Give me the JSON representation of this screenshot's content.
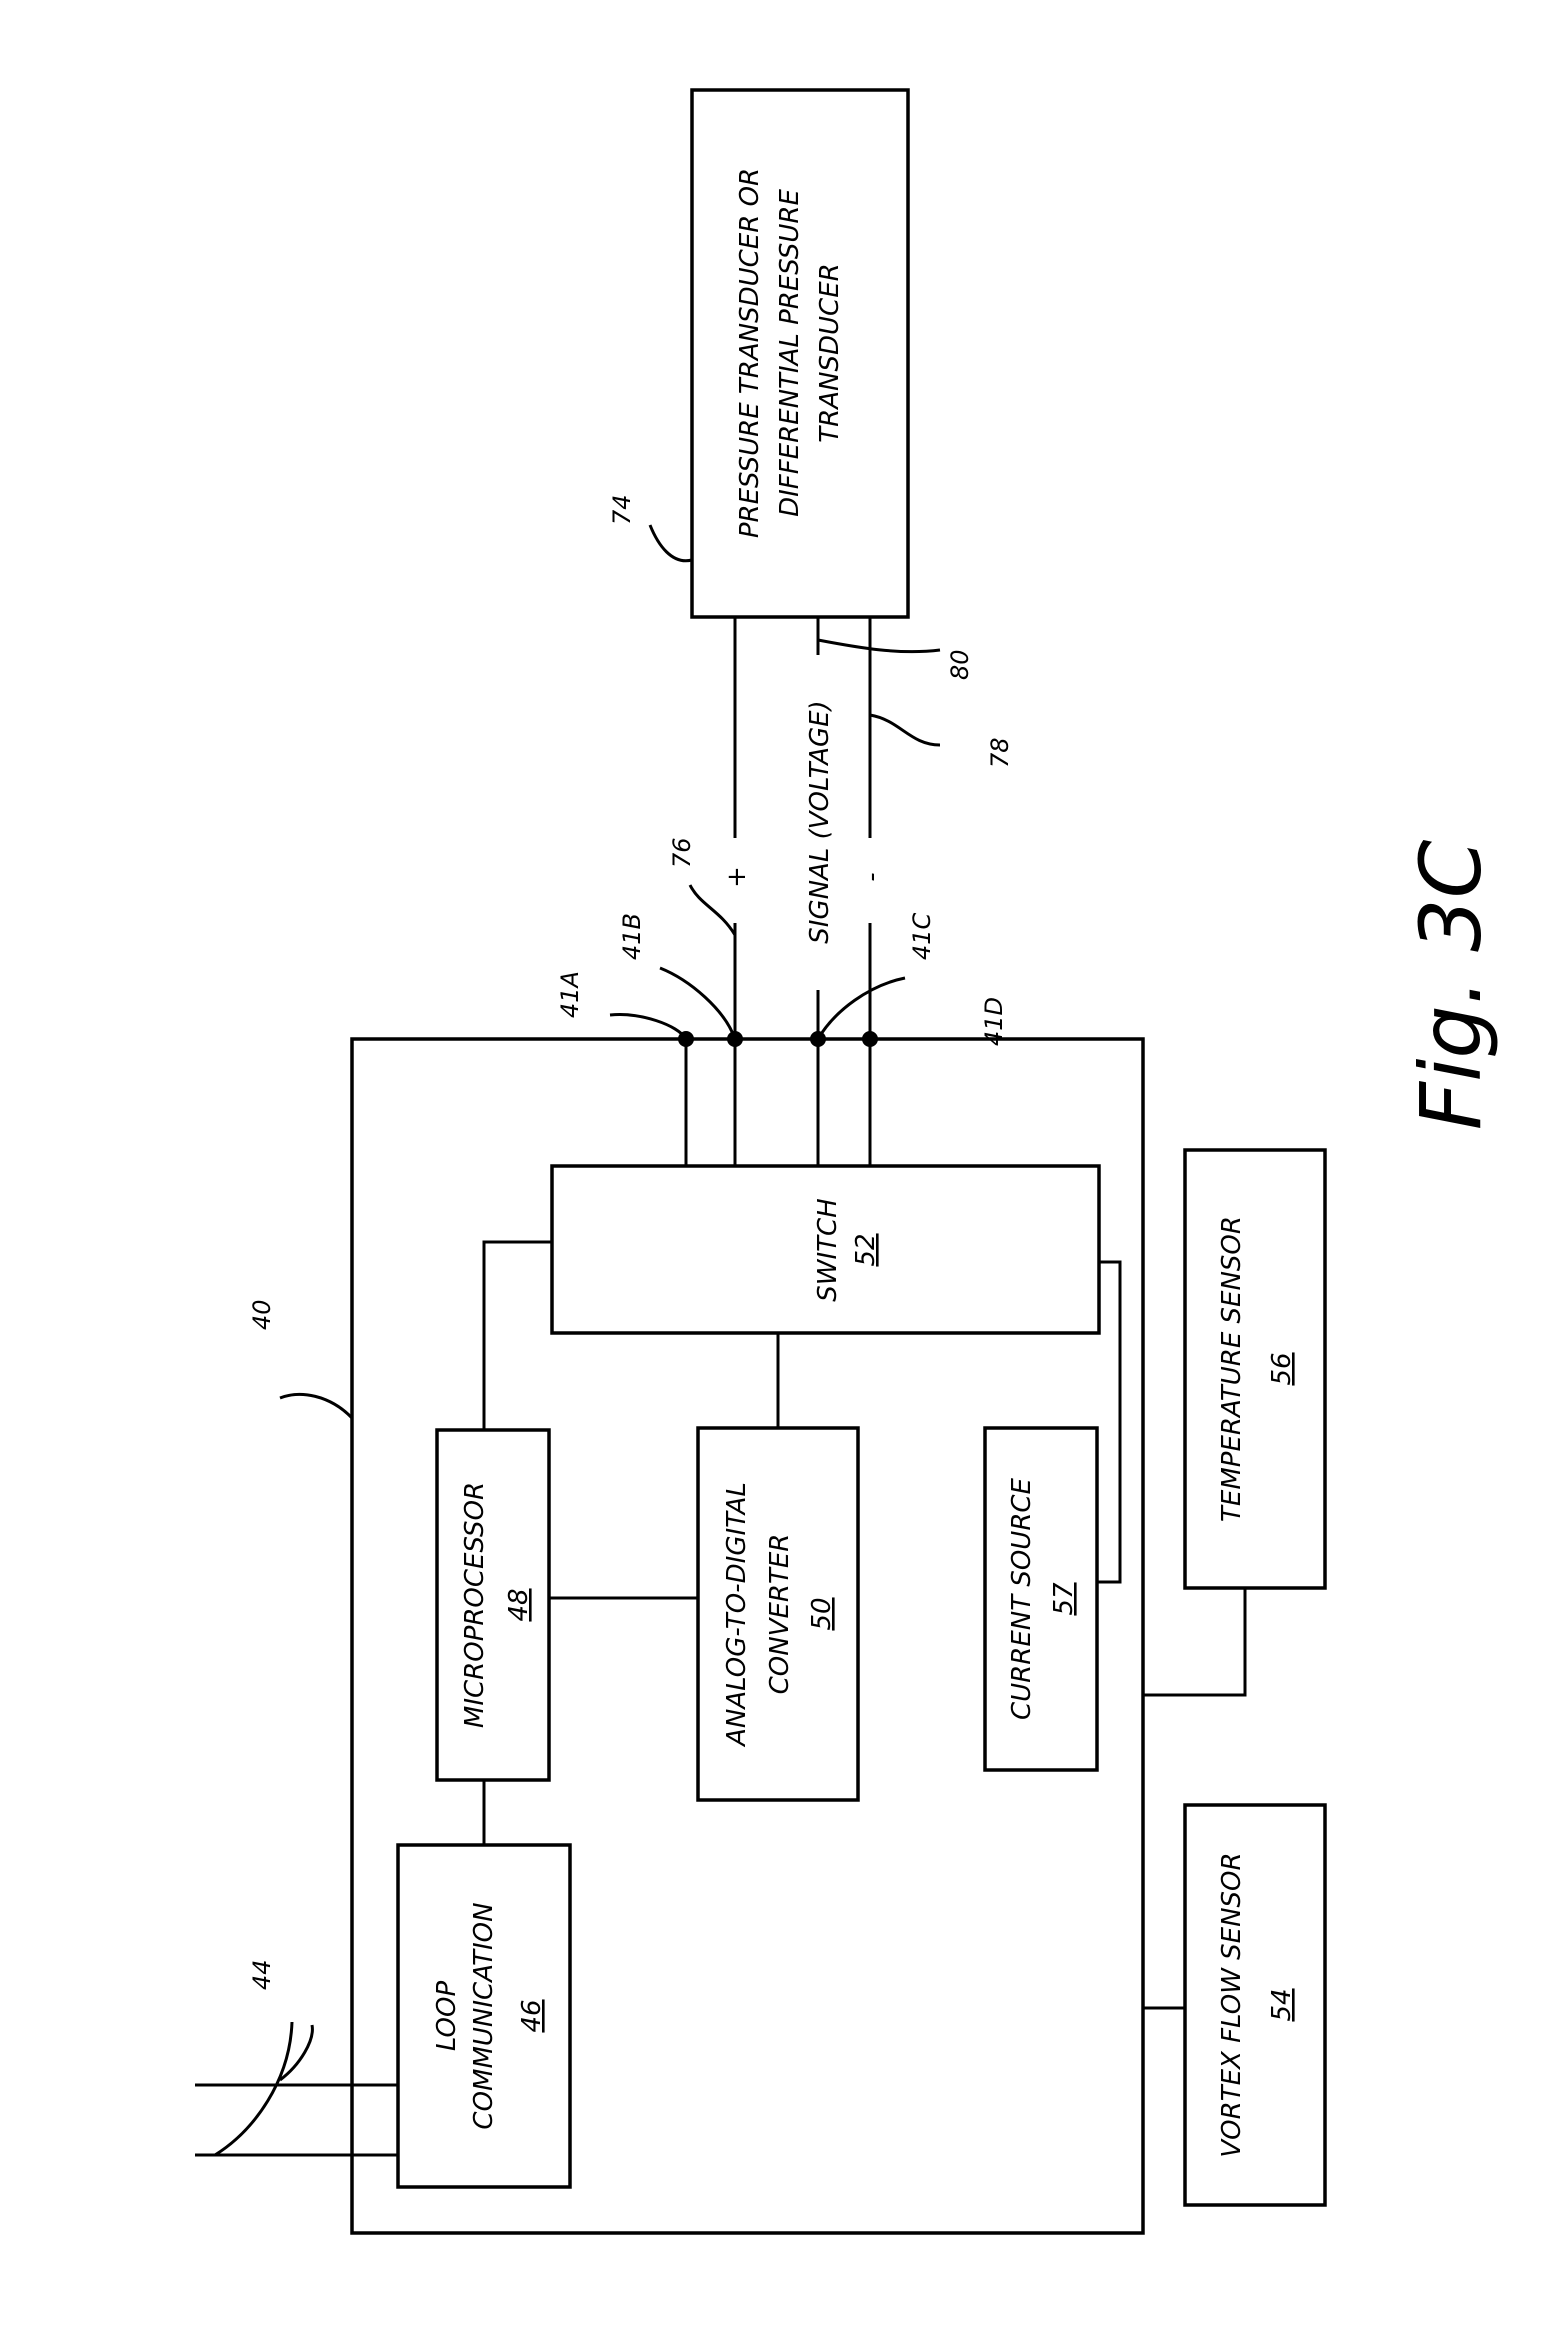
{
  "blocks": {
    "loop_communication": {
      "label": "LOOP",
      "label2": "COMMUNICATION",
      "number": "46"
    },
    "microprocessor": {
      "label": "MICROPROCESSOR",
      "number": "48"
    },
    "adc": {
      "label": "ANALOG-TO-DIGITAL",
      "label2": "CONVERTER",
      "number": "50"
    },
    "switch": {
      "label": "SWITCH",
      "number": "52"
    },
    "current_source": {
      "label": "CURRENT SOURCE",
      "number": "57"
    },
    "temperature_sensor": {
      "label": "TEMPERATURE SENSOR",
      "number": "56"
    },
    "vortex_flow_sensor": {
      "label": "VORTEX FLOW SENSOR",
      "number": "54"
    },
    "pressure_transducer": {
      "line1": "PRESSURE TRANSDUCER OR",
      "line2": "DIFFERENTIAL PRESSURE",
      "line3": "TRANSDUCER"
    }
  },
  "signals": {
    "plus": "+",
    "signal": "SIGNAL (VOLTAGE)",
    "minus": "-"
  },
  "refs": {
    "housing": "40",
    "t41a": "41A",
    "t41b": "41B",
    "t41c": "41C",
    "t41d": "41D",
    "loop": "44",
    "transducer": "74",
    "wire76": "76",
    "wire78": "78",
    "wire80": "80"
  },
  "figure_label": "Fig. 3C"
}
